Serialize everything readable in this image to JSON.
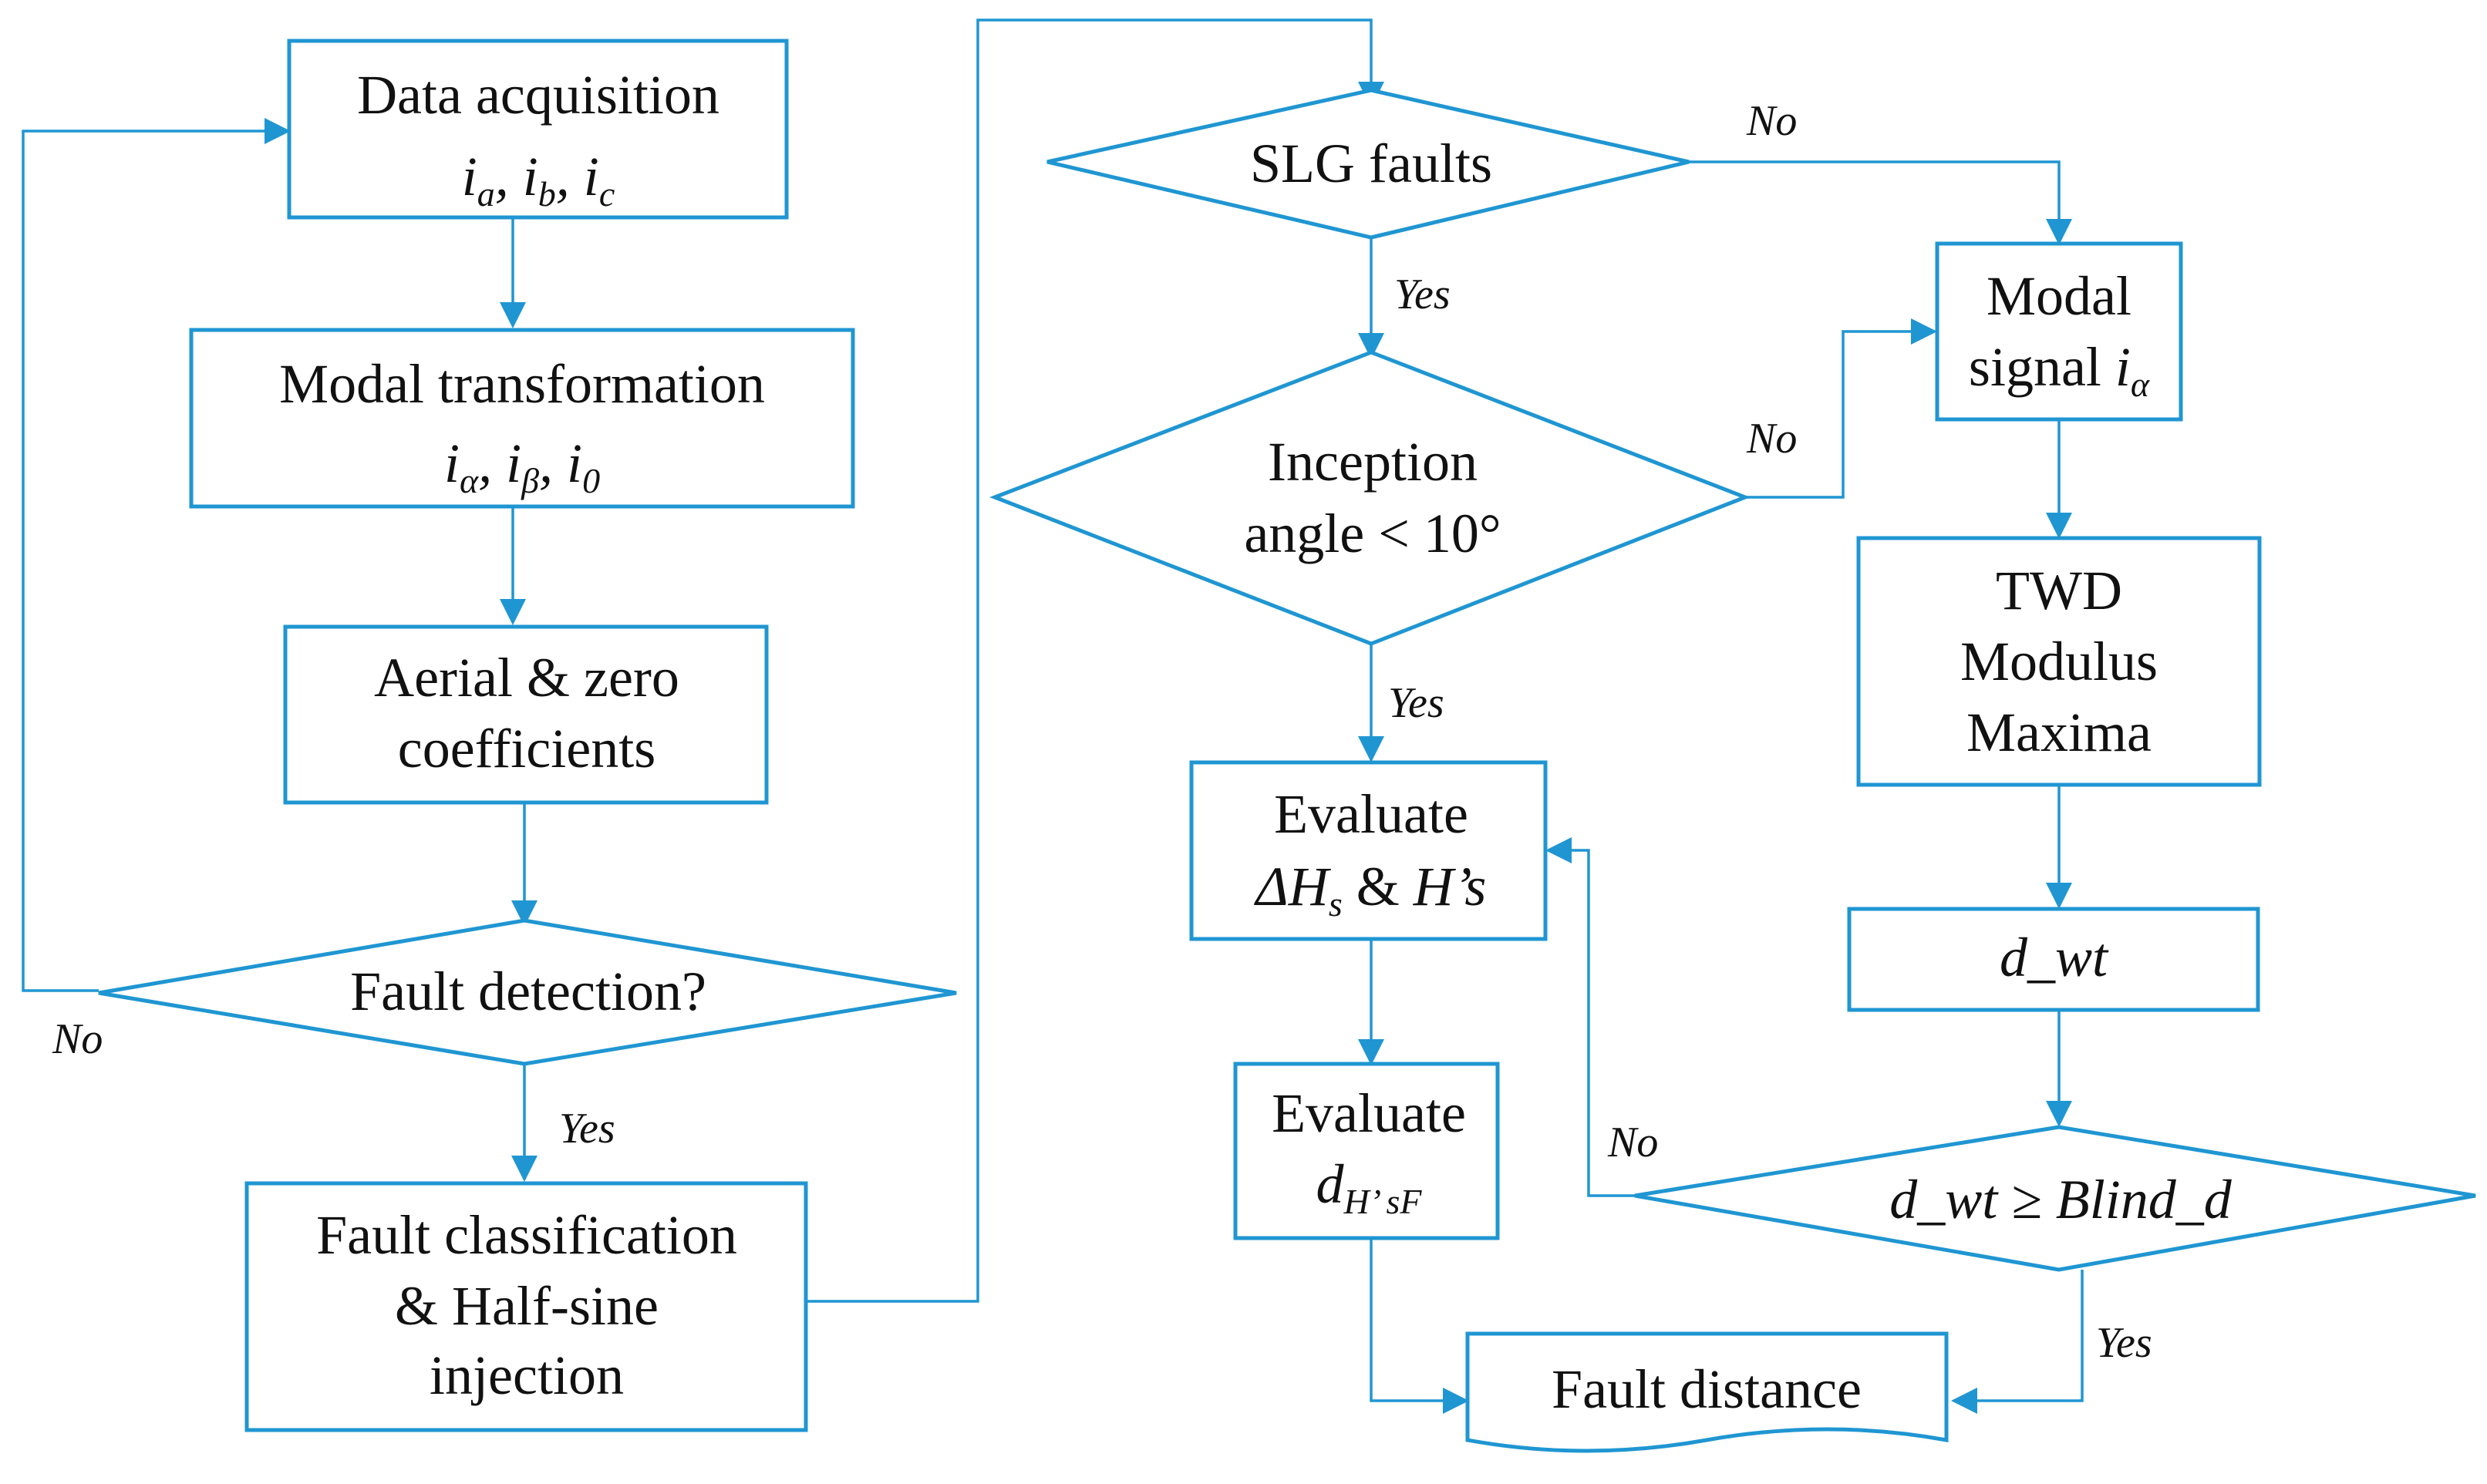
{
  "nodes": {
    "data_acq": {
      "title": "Data acquisition",
      "formula": "i",
      "s1": "a",
      "s2": "b",
      "s3": "c",
      "sep": ", "
    },
    "modal_tr": {
      "title": "Modal transformation",
      "formula": "i",
      "s1": "α",
      "s2": "β",
      "s3": "0",
      "sep": ", "
    },
    "aerial": {
      "line1": "Aerial & zero",
      "line2": "coefficients"
    },
    "fault_det": {
      "text": "Fault detection?"
    },
    "fault_class": {
      "line1": "Fault classification",
      "line2": "& Half-sine",
      "line3": "injection"
    },
    "slg": {
      "text": "SLG faults"
    },
    "inception": {
      "line1": "Inception",
      "line2": "angle < 10°"
    },
    "eval1": {
      "line1": "Evaluate",
      "delta": "ΔH",
      "sub": "s",
      "amp": " & ",
      "hp": "H’s"
    },
    "eval2": {
      "line1": "Evaluate",
      "d": "d",
      "sub": "H’ sF"
    },
    "modal_sig": {
      "line1": "Modal",
      "line2": "signal ",
      "i": "i",
      "sub": "α"
    },
    "twd": {
      "line1": "TWD",
      "line2": "Modulus",
      "line3": "Maxima"
    },
    "dwt": {
      "text": "d_wt"
    },
    "blind": {
      "text": "d_wt ≥ Blind_d"
    },
    "fault_dist": {
      "text": "Fault distance"
    }
  },
  "edge_labels": {
    "fault_det_no": "No",
    "fault_det_yes": "Yes",
    "slg_no": "No",
    "slg_yes": "Yes",
    "inception_no": "No",
    "inception_yes": "Yes",
    "blind_no": "No",
    "blind_yes": "Yes"
  },
  "colors": {
    "stroke": "#1f96d2",
    "text": "#111111"
  }
}
